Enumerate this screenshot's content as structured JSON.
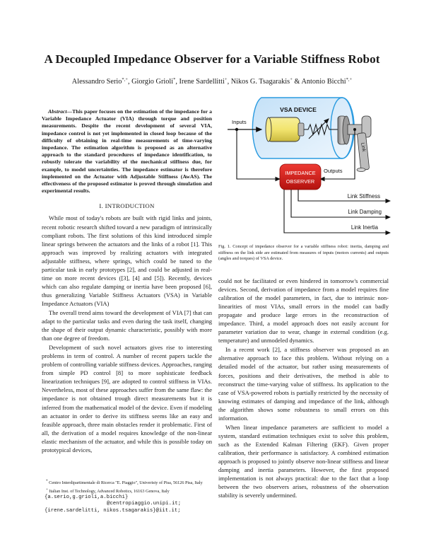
{
  "paper": {
    "title": "A Decoupled Impedance Observer for a Variable Stiffness Robot",
    "authors": [
      {
        "name": "Alessandro Serio",
        "affil": "*,+",
        "sep": ", "
      },
      {
        "name": "Giorgio Grioli",
        "affil": "*",
        "sep": ", "
      },
      {
        "name": "Irene Sardellitti",
        "affil": "+",
        "sep": ", "
      },
      {
        "name": "Nikos G. Tsagarakis",
        "affil": "+",
        "sep": " & "
      },
      {
        "name": "Antonio Bicchi",
        "affil": "*,+",
        "sep": ""
      }
    ],
    "abstract": {
      "lead": "Abstract",
      "dash": "—",
      "text": "This paper focuses on the estimation of the impedance for a Variable Impedance Actuator (VIA) through torque and position measurements. Despite the recent development of several VIA, impedance control is not yet implemented in closed loop because of the difficulty of obtaining in real-time measurements of time-varying impedance. The estimation algorithm is proposed as an alternative approach to the standard procedures of impedance identification, to robustly tolerate the variability of the mechanical stiffness due, for example, to model uncertainties. The impedance estimator is therefore implemented on the Actuator with Adjustable Stiffness (AwAS). The effectiveness of the proposed estimator is proved through simulation and experimental results."
    },
    "section1": {
      "heading": "I. INTRODUCTION",
      "paragraphs_left": [
        "While most of today's robots are built with rigid links and joints, recent robotic research shifted toward a new paradigm of intrinsically compliant robots. The first solutions of this kind introduced simple linear springs between the actuators and the links of a robot [1]. This approach was improved by realizing actuators with integrated adjustable stiffness, where springs, which could be tuned to the particular task in early prototypes [2], and could be adjusted in real-time on more recent devices ([3], [4] and [5]). Recently, devices which can also regulate damping or inertia have been proposed [6], thus generalizing Variable Stiffness Actuators (VSA) in Variable Impedance Actuators (VIA)",
        "The overall trend aims toward the development of VIA [7] that can adapt to the particular tasks and even during the task itself, changing the shape of their output dynamic characteristic, possibly with more than one degree of freedom.",
        "Development of such novel actuators gives rise to interesting problems in term of control. A number of recent papers tackle the problem of controlling variable stiffness devices. Approaches, ranging from simple PD control [8] to more sophisticate feedback linearization techniques [9], are adopted to control stiffness in VIAs. Nevertheless, most of these approaches suffer from the same flaw: the impedance is not obtained trough direct measurements but it is inferred from the mathematical model of the device. Even if modeling an actuator in order to derive its stiffness seems like an easy and feasible approach, three main obstacles render it problematic. First of all, the derivation of a model requires knowledge of the non-linear elastic mechanism of the actuator, and while this is possible today on prototypical devices,"
      ],
      "paragraphs_right": [
        "could not be facilitated or even hindered in tomorrow's commercial devices. Second, derivation of impedance from a model requires fine calibration of the model parameters, in fact, due to intrinsic non-linearities of most VIAs, small errors in the model can badly propagate and produce large errors in the reconstruction of impedance. Third, a model approach does not easily account for parameter variation due to wear, change in external condition (e.g. temperature) and unmodeled dynamics.",
        "In a recent work [2], a stiffness observer was proposed as an alternative approach to face this problem. Without relying on a detailed model of the actuator, but rather using measurements of forces, positions and their derivatives, the method is able to reconstruct the time-varying value of stiffness. Its application to the case of VSA-powered robots is partially restricted by the necessity of knowing estimates of damping and impedance of the link, although the algorithm shows some robustness to small errors on this information.",
        "When linear impedance parameters are sufficient to model a system, standard estimation techniques exist to solve this problem, such as the Extended Kalman Filtering (EKF). Given proper calibration, their performance is satisfactory. A combined estimation approach is proposed to jointly observe non-linear stiffness and linear damping and inertia parameters. However, the first proposed implementation is not always practical: due to the fact that a loop between the two observers arises, robustness of the observation stability is severely undermined."
      ]
    },
    "footnotes": {
      "affil1_mark": "*",
      "affil1": "Centro Interdipartimentale di Ricerca \"E. Piaggio\", Univeristy of Pisa, 56126 Pisa, Italy",
      "affil2_mark": "+",
      "affil2": "Italian Inst. of Technology, Advanced Robotics, 16163 Genova, Italy",
      "email1": "{a.serio,g.grioli,a.bicchi}",
      "email1_domain": "@centropiaggio.unipi.it;",
      "email2": "{irene.sardelitti, nikos.tsagarakis}@iit.it;"
    },
    "figure": {
      "device_label": "VSA DEVICE",
      "inputs_label": "Inputs",
      "outputs_label": "Outputs",
      "observer_line1": "IMPEDANCE",
      "observer_line2": "OBSERVER",
      "link_label": "Link",
      "out_stiffness": "Link Stiffness",
      "out_damping": "Link Damping",
      "out_inertia": "Link Inertia",
      "colors": {
        "device_fill": "#d6ebfb",
        "device_stroke": "#2a9be0",
        "motor_fill": "#efe27a",
        "observer_fill": "#d8201c",
        "link_fill": "#a8a8a8"
      },
      "caption": "Fig. 1.  Concept of impedance observer for a variable stiffness robot: inertia, damping and stiffness on the link side are estimated from measures of inputs (motors currents) and outputs (angles and torques) of VSA device."
    }
  }
}
